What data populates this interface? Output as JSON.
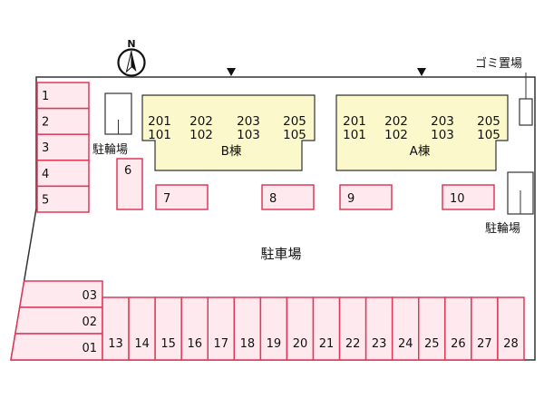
{
  "compass_letter": "N",
  "lot_label": "駐車場",
  "buildings": [
    {
      "name": "B棟",
      "units_top": [
        "201",
        "202",
        "203",
        "205"
      ],
      "units_bottom": [
        "101",
        "102",
        "103",
        "105"
      ]
    },
    {
      "name": "A棟",
      "units_top": [
        "201",
        "202",
        "203",
        "205"
      ],
      "units_bottom": [
        "101",
        "102",
        "103",
        "105"
      ]
    }
  ],
  "bike_parking_label": "駐輪場",
  "garbage_label": "ゴミ置場",
  "entrance_markers": 2,
  "spaces": {
    "left_column": [
      "1",
      "2",
      "3",
      "4",
      "5"
    ],
    "middle_row": [
      "6",
      "7",
      "8",
      "9",
      "10"
    ],
    "angled": [
      "03",
      "02",
      "01"
    ],
    "bottom_row": [
      "13",
      "14",
      "15",
      "16",
      "17",
      "18",
      "19",
      "20",
      "21",
      "22",
      "23",
      "24",
      "25",
      "26",
      "27",
      "28"
    ]
  },
  "colors": {
    "space_fill": "#fde9ee",
    "space_stroke": "#e0385a",
    "building_fill": "#fbf8cc"
  }
}
